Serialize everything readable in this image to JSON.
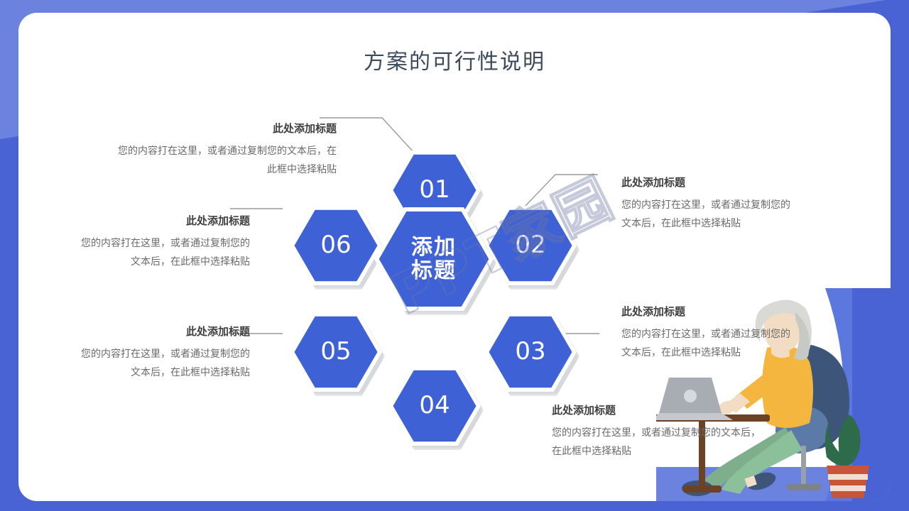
{
  "slide": {
    "title": "方案的可行性说明",
    "watermark": "PPT家园"
  },
  "colors": {
    "background_light": "#6b82de",
    "background_deep": "#4a63d4",
    "hexagon_fill": "#3f61d6",
    "card": "#ffffff",
    "title_text": "#3d4a5c",
    "block_title_text": "#3f3f3f",
    "block_body_text": "#6a6a6a",
    "connector_line": "#9a9a9a"
  },
  "center_node": {
    "line1": "添加",
    "line2": "标题"
  },
  "nodes": [
    {
      "number": "01",
      "title": "此处添加标题",
      "body": "您的内容打在这里，或者通过复制您的文本后，在此框中选择粘贴"
    },
    {
      "number": "02",
      "title": "此处添加标题",
      "body": "您的内容打在这里，或者通过复制您的文本后，在此框中选择粘贴"
    },
    {
      "number": "03",
      "title": "此处添加标题",
      "body": "您的内容打在这里，或者通过复制您的文本后，在此框中选择粘贴"
    },
    {
      "number": "04",
      "title": "此处添加标题",
      "body": "您的内容打在这里，或者通过复制您的文本后，在此框中选择粘贴"
    },
    {
      "number": "05",
      "title": "此处添加标题",
      "body": "您的内容打在这里，或者通过复制您的文本后，在此框中选择粘贴"
    },
    {
      "number": "06",
      "title": "此处添加标题",
      "body": "您的内容打在这里，或者通过复制您的文本后，在此框中选择粘贴"
    }
  ],
  "illustration": {
    "name": "woman-working-on-laptop",
    "hair_color": "#d9dad6",
    "shirt_color": "#f4b63f",
    "pants_color": "#8cc09a",
    "chair_color": "#3c5578",
    "table_color": "#6b4226",
    "laptop_color": "#a8acb3",
    "plant_pot_color": "#c8543a"
  }
}
